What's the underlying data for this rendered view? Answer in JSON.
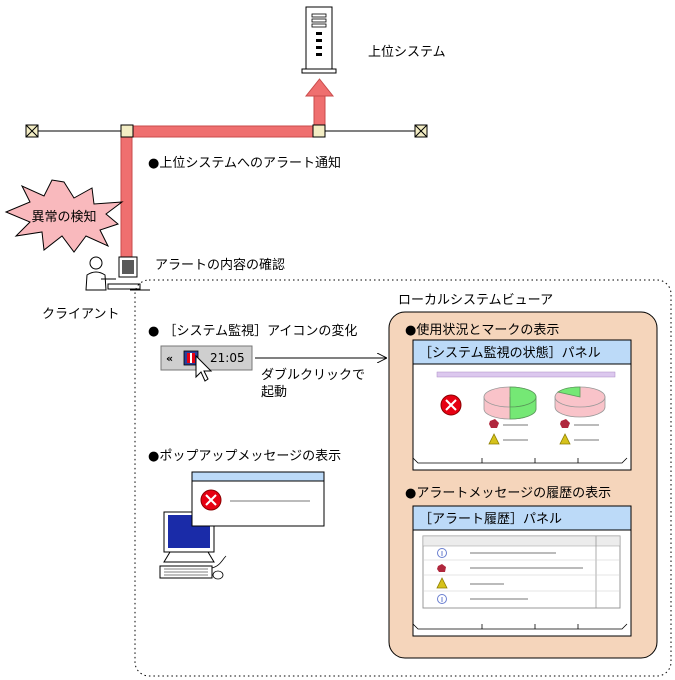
{
  "labels": {
    "upper_system": "上位システム",
    "alert_notify": "●上位システムへのアラート通知",
    "anomaly": "異常の検知",
    "confirm_alert": "アラートの内容の確認",
    "client": "クライアント",
    "local_viewer": "ローカルシステムビューア",
    "icon_change": "● ［システム監視］アイコンの変化",
    "double_click_1": "ダブルクリックで",
    "double_click_2": "起動",
    "popup_display": "●ポップアップメッセージの表示",
    "usage_marks": "●使用状況とマークの表示",
    "history_display": "●アラートメッセージの履歴の表示"
  },
  "tray": {
    "chevron": "«",
    "time": "21:05"
  },
  "panels": {
    "status_title": "［システム監視の状態］パネル",
    "history_title": "［アラート履歴］パネル"
  },
  "colors": {
    "alert_path": "#ef6f6f",
    "burst_fill": "#f9b9bd",
    "viewer_fill": "#f5d5bb",
    "panel_title": "#bcdaf8",
    "error_red": "#e60012",
    "pie_pink": "#f9c3c9",
    "pie_green": "#75e875",
    "warning_yellow": "#d6c21b"
  }
}
